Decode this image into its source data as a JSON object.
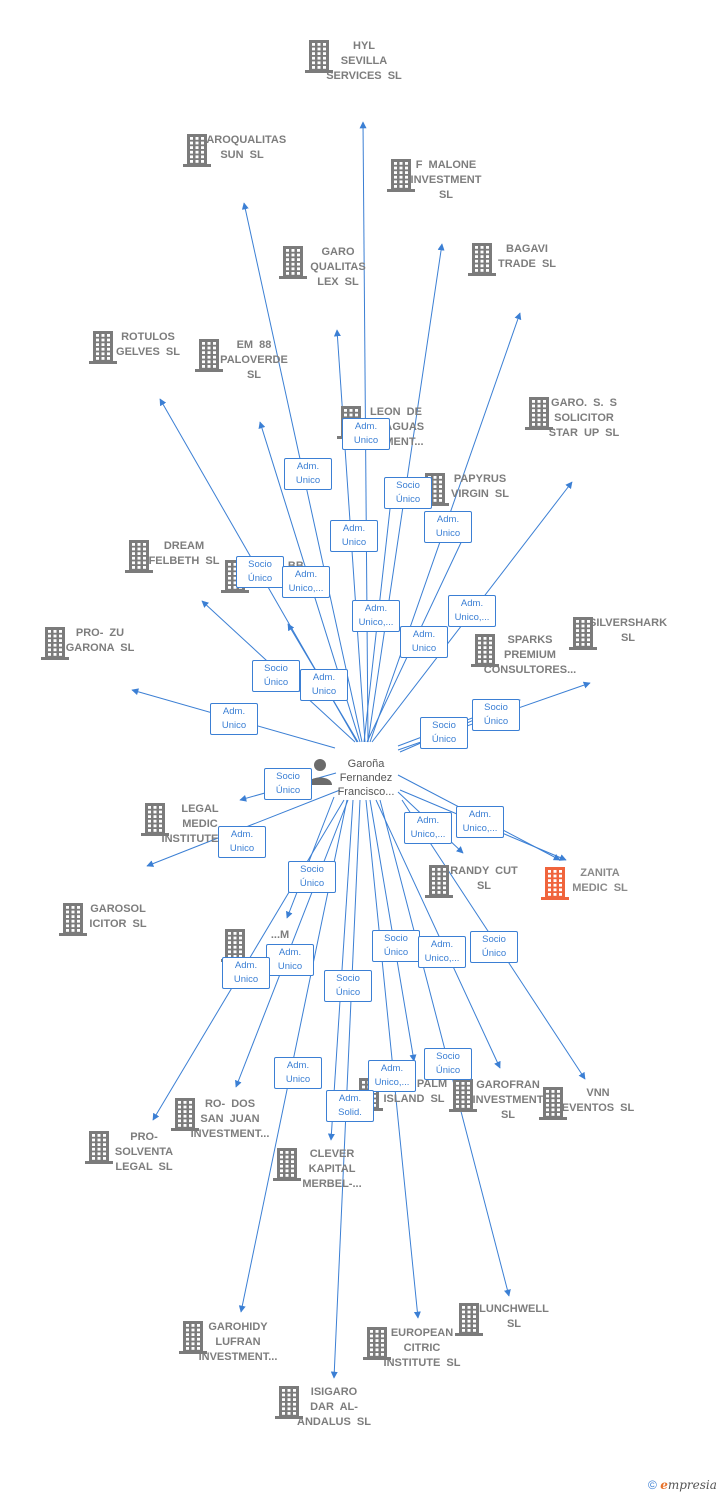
{
  "colors": {
    "line": "#3b7fd4",
    "icon": "#7b7b7b",
    "main_icon": "#f0643c",
    "label": "#7d7d7d"
  },
  "center": {
    "label": "Garoña\nFernandez\nFrancisco..."
  },
  "nodes": [
    {
      "id": "hyl",
      "label": "HYL\nSEVILLA\nSERVICES  SL"
    },
    {
      "id": "garoqualitas_sun",
      "label": "GAROQUALITAS\nSUN  SL"
    },
    {
      "id": "fmalone",
      "label": "F MALONE\nINVESTMENT\nSL"
    },
    {
      "id": "garo_qualitas_lex",
      "label": "GARO\nQUALITAS\nLEX  SL"
    },
    {
      "id": "bagavi",
      "label": "BAGAVI\nTRADE  SL"
    },
    {
      "id": "rotulos",
      "label": "ROTULOS\nGELVES  SL"
    },
    {
      "id": "em88",
      "label": "EM 88\nPALOVERDE\nSL"
    },
    {
      "id": "leon",
      "label": "LEON DE\n...SAGUAS\n...TMENT..."
    },
    {
      "id": "garo_ss",
      "label": "GARO.  S. S\nSOLICITOR\nSTAR UP  SL"
    },
    {
      "id": "papyrus",
      "label": "PAPYRUS\nVIRGIN  SL"
    },
    {
      "id": "dream",
      "label": "DREAM\nFELBETH  SL"
    },
    {
      "id": "twobb",
      "label": "TWO BB\n...MENT..."
    },
    {
      "id": "silvershark",
      "label": "SILVERSHARK\nSL"
    },
    {
      "id": "prozu",
      "label": "PRO- ZU\nGARONA SL"
    },
    {
      "id": "sparks",
      "label": "SPARKS\nPREMIUM\nCONSULTORES..."
    },
    {
      "id": "legal",
      "label": "LEGAL\nMEDIC\nINSTITUTE  SL"
    },
    {
      "id": "zanita",
      "label": "ZANITA\nMEDIC  SL"
    },
    {
      "id": "randy",
      "label": "RANDY CUT\nSL"
    },
    {
      "id": "garosol",
      "label": "GAROSOL\nICITOR  SL"
    },
    {
      "id": "hidden_m",
      "label": "...M\nSL"
    },
    {
      "id": "rodos",
      "label": "RO- DOS\nSAN JUAN\nINVESTMENT..."
    },
    {
      "id": "prosolventa",
      "label": "PRO-\nSOLVENTA\nLEGAL  SL"
    },
    {
      "id": "bluepalm",
      "label": "BLUE PALM\nISLAND  SL"
    },
    {
      "id": "garofran",
      "label": "GAROFRAN\nINVESTMENT\nSL"
    },
    {
      "id": "vnn",
      "label": "VNN\nEVENTOS  SL"
    },
    {
      "id": "clever",
      "label": "CLEVER\nKAPITAL\nMERBEL-..."
    },
    {
      "id": "lunchwell",
      "label": "LUNCHWELL\nSL"
    },
    {
      "id": "garohidy",
      "label": "GAROHIDY\nLUFRAN\nINVESTMENT..."
    },
    {
      "id": "european",
      "label": "EUROPEAN\nCITRIC\nINSTITUTE  SL"
    },
    {
      "id": "isigaro",
      "label": "ISIGARO\nDAR AL-\nANDALUS  SL"
    }
  ],
  "badges": [
    {
      "text": "Adm.\nUnico"
    },
    {
      "text": "Adm.\nUnico"
    },
    {
      "text": "Socio\nÚnico"
    },
    {
      "text": "Adm.\nUnico"
    },
    {
      "text": "Adm.\nUnico"
    },
    {
      "text": "Socio\nÚnico"
    },
    {
      "text": "Adm.\nUnico,..."
    },
    {
      "text": "Adm.\nUnico,..."
    },
    {
      "text": "Adm.\nUnico,..."
    },
    {
      "text": "Adm.\nUnico"
    },
    {
      "text": "Socio\nÚnico"
    },
    {
      "text": "Adm.\nUnico"
    },
    {
      "text": "Adm.\nUnico"
    },
    {
      "text": "Socio\nÚnico"
    },
    {
      "text": "Socio\nÚnico"
    },
    {
      "text": "Socio\nÚnico"
    },
    {
      "text": "Adm.\nUnico"
    },
    {
      "text": "Adm.\nUnico,..."
    },
    {
      "text": "Adm.\nUnico,..."
    },
    {
      "text": "Socio\nÚnico"
    },
    {
      "text": "Adm.\nUnico"
    },
    {
      "text": "Socio\nÚnico"
    },
    {
      "text": "Adm.\nUnico"
    },
    {
      "text": "Adm.\nUnico,..."
    },
    {
      "text": "Socio\nÚnico"
    },
    {
      "text": "Socio\nÚnico"
    },
    {
      "text": "Adm.\nUnico"
    },
    {
      "text": "Adm.\nUnico,..."
    },
    {
      "text": "Socio\nÚnico"
    },
    {
      "text": "Adm.\nSolid."
    }
  ],
  "footer": {
    "copyright": "©",
    "brand_initial": "e",
    "brand_rest": "mpresia"
  }
}
